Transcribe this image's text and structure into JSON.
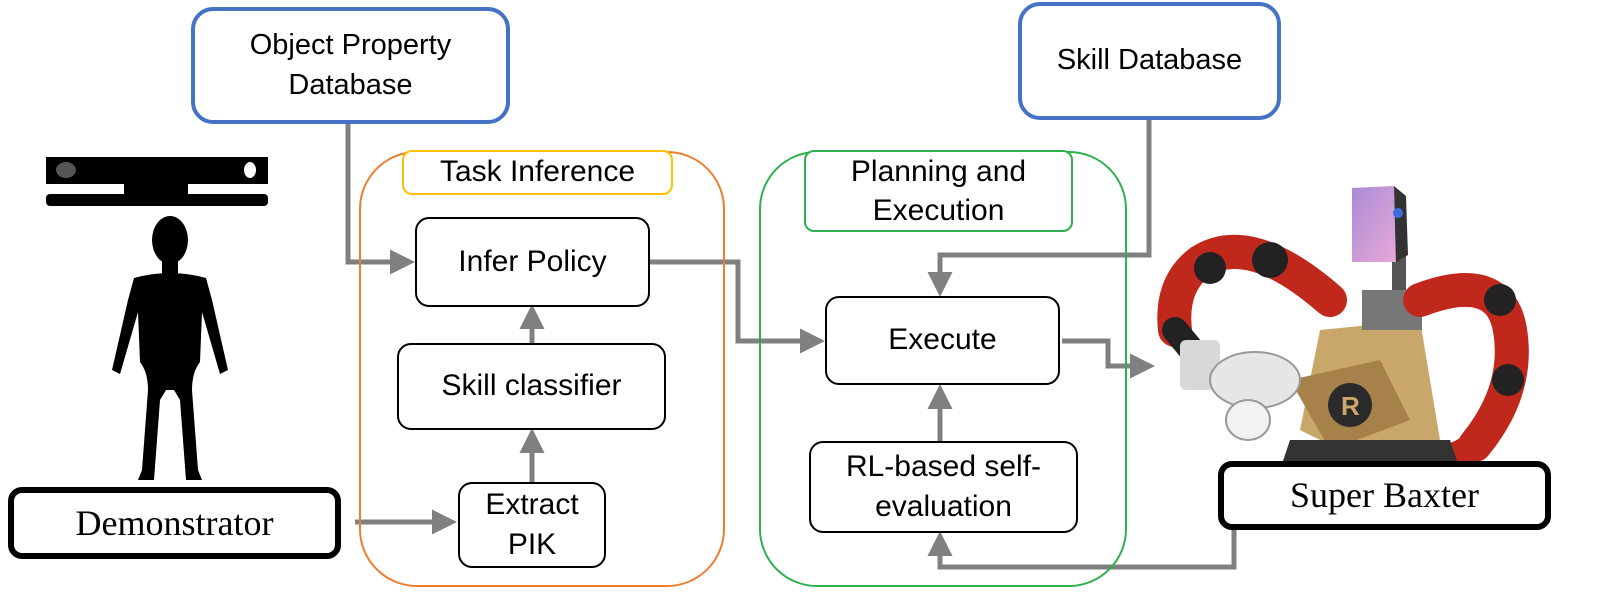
{
  "databases": {
    "object_property": "Object Property Database",
    "skill": "Skill Database"
  },
  "task_inference": {
    "label": "Task Inference",
    "infer_policy": "Infer Policy",
    "skill_classifier": "Skill classifier",
    "extract_pik": "Extract PIK"
  },
  "planning": {
    "label": "Planning and Execution",
    "execute": "Execute",
    "self_eval": "RL-based self-evaluation"
  },
  "agents": {
    "demonstrator": "Demonstrator",
    "robot": "Super Baxter"
  },
  "colors": {
    "database_border": "#4472c4",
    "task_group_border": "#ed7d31",
    "task_label_border": "#ffc000",
    "planning_border": "#2eb04f",
    "arrow": "#808080",
    "robot_red": "#c0281c"
  }
}
